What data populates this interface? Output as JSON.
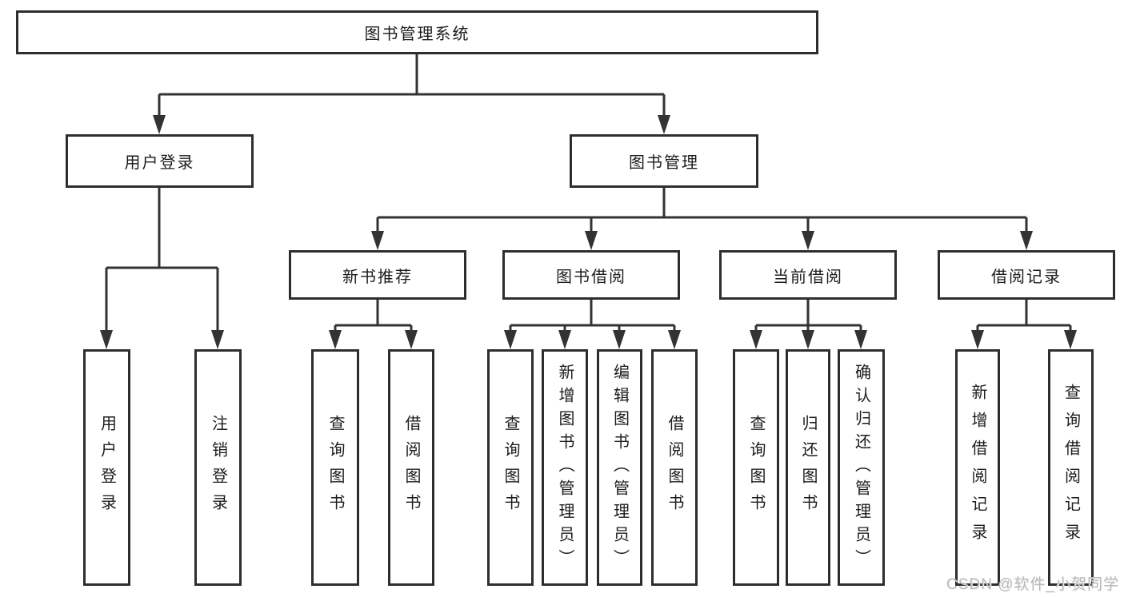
{
  "diagram": {
    "title": "图书管理系统",
    "level2": {
      "user_login": "用户登录",
      "book_management": "图书管理"
    },
    "level3": {
      "new_book_recommend": "新书推荐",
      "book_borrow": "图书借阅",
      "current_borrow": "当前借阅",
      "borrow_records": "借阅记录"
    },
    "level4": {
      "user_login_leaf": "用户登录",
      "logout": "注销登录",
      "recommend_query_books": "查询图书",
      "recommend_borrow_books": "借阅图书",
      "borrow_query_books": "查询图书",
      "borrow_add_books": "新增图书（管理员）",
      "borrow_edit_books": "编辑图书（管理员）",
      "borrow_borrow_books": "借阅图书",
      "current_query_books": "查询图书",
      "current_return_books": "归还图书",
      "current_confirm_return": "确认归还（管理员）",
      "records_add_record": "新增借阅记录",
      "records_query_record": "查询借阅记录"
    },
    "watermark": "CSDN @软件_小贺同学",
    "colors": {
      "line": "#333333",
      "box_border": "#2e2e2e",
      "text": "#1c1c1c",
      "watermark_text": "#b9b9b9",
      "background": "#ffffff"
    }
  }
}
